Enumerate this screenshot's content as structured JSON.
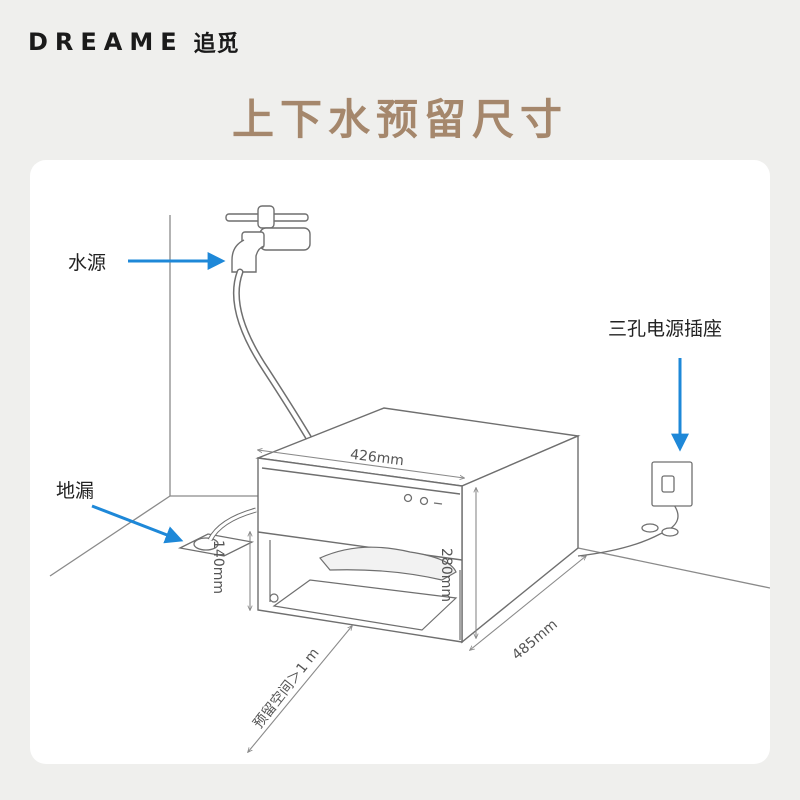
{
  "brand": {
    "name_en": "DREAME",
    "name_cn": "追觅"
  },
  "title": "上下水预留尺寸",
  "labels": {
    "water_source": "水源",
    "floor_drain": "地漏",
    "socket": "三孔电源插座"
  },
  "dimensions": {
    "width": "426mm",
    "height": "280mm",
    "depth": "485mm",
    "drawer_height": "140mm",
    "clearance": "预留空间＞1 m"
  },
  "colors": {
    "accent_title": "#a5876c",
    "arrow": "#1e88d8",
    "line": "#8a8a8a"
  }
}
